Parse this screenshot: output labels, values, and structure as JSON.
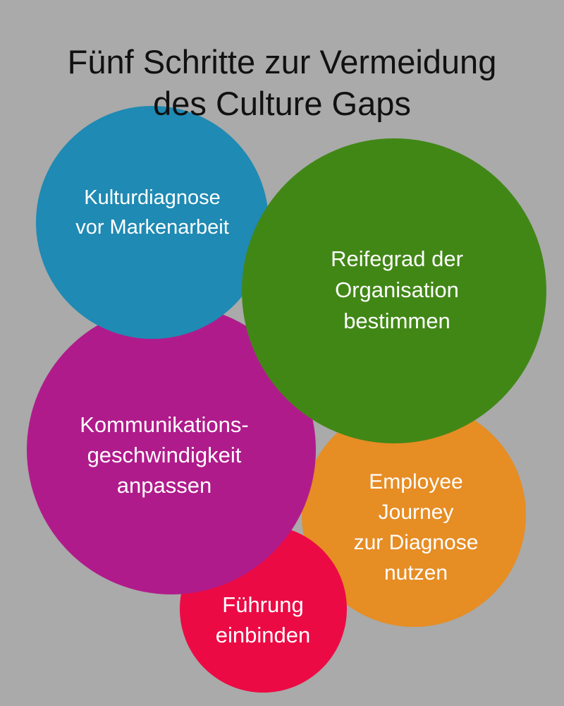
{
  "title": {
    "line1": "Fünf Schritte zur Vermeidung",
    "line2": "des Culture Gaps"
  },
  "colors": {
    "background": "#a9aaa9",
    "title_text": "#111111",
    "circle_text": "#ffffff",
    "blue": "#1f8ab3",
    "green": "#418716",
    "magenta": "#b01b8b",
    "orange": "#e68d24",
    "red": "#ec0a45"
  },
  "steps": [
    {
      "id": "kulturdiagnose",
      "color": "#1f8ab3",
      "lines": [
        "Kulturdiagnose",
        "vor Markenarbeit"
      ]
    },
    {
      "id": "reifegrad",
      "color": "#418716",
      "lines": [
        "Reifegrad der",
        "Organisation",
        "bestimmen"
      ]
    },
    {
      "id": "kommunikation",
      "color": "#b01b8b",
      "lines": [
        "Kommunikations-",
        "geschwindigkeit",
        "anpassen"
      ]
    },
    {
      "id": "employee-journey",
      "color": "#e68d24",
      "lines": [
        "Employee",
        "Journey",
        "zur Diagnose",
        "nutzen"
      ]
    },
    {
      "id": "fuehrung",
      "color": "#ec0a45",
      "lines": [
        "Führung",
        "einbinden"
      ]
    }
  ]
}
